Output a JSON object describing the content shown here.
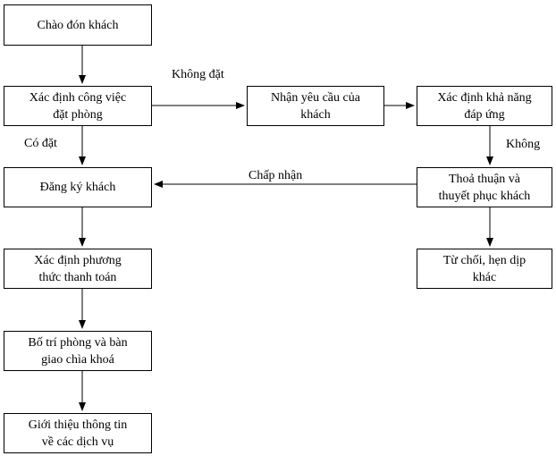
{
  "diagram": {
    "type": "flowchart",
    "language": "vi",
    "nodes": [
      {
        "id": "welcome-guest",
        "label": "Chào đón khách"
      },
      {
        "id": "determine-booking",
        "label": "Xác định công việc\nđặt phòng"
      },
      {
        "id": "receive-request",
        "label": "Nhận yêu cầu của\nkhách"
      },
      {
        "id": "determine-capability",
        "label": "Xác định khả năng\nđáp ứng"
      },
      {
        "id": "register-guest",
        "label": "Đăng ký khách"
      },
      {
        "id": "negotiate-persuade",
        "label": "Thoả thuận và\nthuyết phục khách"
      },
      {
        "id": "refuse-reschedule",
        "label": "Từ chối, hẹn dịp\nkhác"
      },
      {
        "id": "payment-method",
        "label": "Xác định phương\nthức thanh toán"
      },
      {
        "id": "arrange-room",
        "label": "Bố trí phòng và bàn\ngiao chìa khoá"
      },
      {
        "id": "introduce-services",
        "label": "Giới thiệu thông tin\nvề các dịch vụ"
      }
    ],
    "edge_labels": {
      "no_booking": "Không đặt",
      "has_booking": "Có đặt",
      "accept": "Chấp nhận",
      "no": "Không"
    },
    "colors": {
      "background": "#ffffff",
      "box_border": "#000000",
      "text": "#000000",
      "arrow": "#000000"
    }
  }
}
